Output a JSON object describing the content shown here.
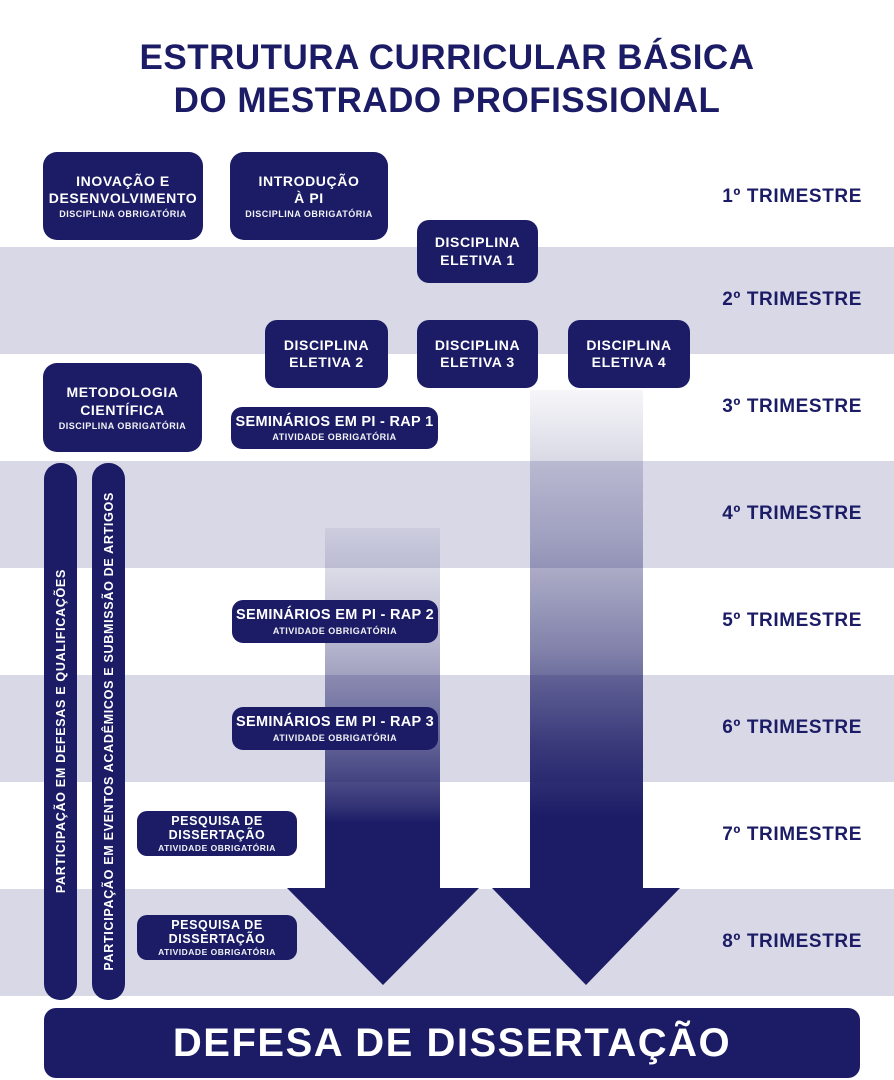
{
  "title": {
    "line1": "ESTRUTURA CURRICULAR BÁSICA",
    "line2": "DO MESTRADO PROFISSIONAL"
  },
  "colors": {
    "navy": "#1b1b66",
    "stripe_lavender": "#d8d8e6",
    "background": "#ffffff",
    "box_text": "#ffffff"
  },
  "trimesters": [
    {
      "label": "1º TRIMESTRE"
    },
    {
      "label": "2º TRIMESTRE"
    },
    {
      "label": "3º TRIMESTRE"
    },
    {
      "label": "4º TRIMESTRE"
    },
    {
      "label": "5º TRIMESTRE"
    },
    {
      "label": "6º TRIMESTRE"
    },
    {
      "label": "7º TRIMESTRE"
    },
    {
      "label": "8º TRIMESTRE"
    }
  ],
  "boxes": {
    "inovacao": {
      "line1": "INOVAÇÃO E",
      "line2": "DESENVOLVIMENTO",
      "subtitle": "DISCIPLINA OBRIGATÓRIA"
    },
    "introducao": {
      "line1": "INTRODUÇÃO",
      "line2": "À PI",
      "subtitle": "DISCIPLINA OBRIGATÓRIA"
    },
    "eletiva1": {
      "line1": "DISCIPLINA",
      "line2": "ELETIVA 1"
    },
    "eletiva2": {
      "line1": "DISCIPLINA",
      "line2": "ELETIVA 2"
    },
    "eletiva3": {
      "line1": "DISCIPLINA",
      "line2": "ELETIVA 3"
    },
    "eletiva4": {
      "line1": "DISCIPLINA",
      "line2": "ELETIVA 4"
    },
    "metodologia": {
      "line1": "METODOLOGIA",
      "line2": "CIENTÍFICA",
      "subtitle": "DISCIPLINA OBRIGATÓRIA"
    },
    "rap1": {
      "line1": "SEMINÁRIOS EM PI - RAP 1",
      "subtitle": "ATIVIDADE OBRIGATÓRIA"
    },
    "rap2": {
      "line1": "SEMINÁRIOS EM PI - RAP 2",
      "subtitle": "ATIVIDADE OBRIGATÓRIA"
    },
    "rap3": {
      "line1": "SEMINÁRIOS EM PI - RAP 3",
      "subtitle": "ATIVIDADE OBRIGATÓRIA"
    },
    "pesquisa1": {
      "line1": "PESQUISA DE",
      "line2": "DISSERTAÇÃO",
      "subtitle": "ATIVIDADE OBRIGATÓRIA"
    },
    "pesquisa2": {
      "line1": "PESQUISA DE",
      "line2": "DISSERTAÇÃO",
      "subtitle": "ATIVIDADE OBRIGATÓRIA"
    }
  },
  "sidebars": [
    {
      "label": "PARTICIPAÇÃO EM DEFESAS E QUALIFICAÇÕES"
    },
    {
      "label": "PARTICIPAÇÃO EM EVENTOS ACADÊMICOS E SUBMISSÃO DE ARTIGOS"
    }
  ],
  "footer": {
    "label": "DEFESA DE DISSERTAÇÃO"
  }
}
